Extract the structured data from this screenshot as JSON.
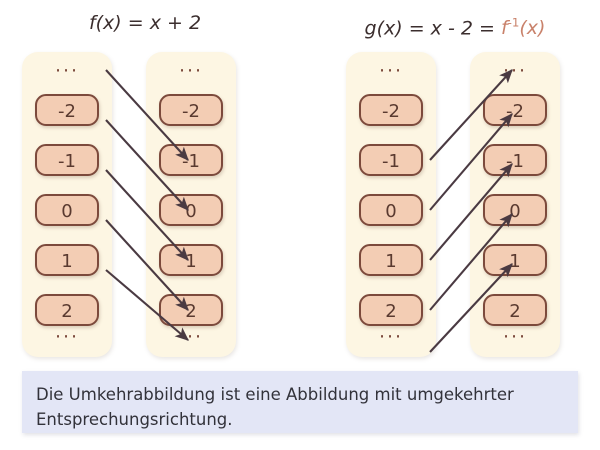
{
  "diagram_title_left": {
    "func": "f",
    "arg": "(x)",
    "eq1": " = ",
    "expr": "x + 2"
  },
  "diagram_title_right": {
    "func": "g",
    "arg": "(x)",
    "eq1": " = ",
    "expr": "x - 2",
    "eq2": " = ",
    "inverse_func": "f",
    "inverse_exp": "-1",
    "inverse_arg": "(x)"
  },
  "colors": {
    "panel_bg": "#fdf6e3",
    "cell_bg": "#f3cdb4",
    "cell_border": "#7c4a3c",
    "arrow": "#4a3a42",
    "caption_bg": "#e3e6f6",
    "inverse_text": "#c9826b",
    "title_text": "#3b2e2e"
  },
  "ellipsis": "···",
  "left_diagram": {
    "domain_label": "domain-column",
    "codomain_label": "codomain-column",
    "domain_values": [
      "-2",
      "-1",
      "0",
      "1",
      "2"
    ],
    "codomain_values": [
      "-2",
      "-1",
      "0",
      "1",
      "2"
    ],
    "mappings": [
      {
        "from": "...",
        "to": "-1"
      },
      {
        "from": "-2",
        "to": "0"
      },
      {
        "from": "-1",
        "to": "1"
      },
      {
        "from": "0",
        "to": "2"
      },
      {
        "from": "1",
        "to": "..."
      }
    ]
  },
  "right_diagram": {
    "domain_label": "domain-column",
    "codomain_label": "codomain-column",
    "domain_values": [
      "-2",
      "-1",
      "0",
      "1",
      "2"
    ],
    "codomain_values": [
      "-2",
      "-1",
      "0",
      "1",
      "2"
    ],
    "mappings": [
      {
        "from": "-1",
        "to": "..."
      },
      {
        "from": "0",
        "to": "-2"
      },
      {
        "from": "1",
        "to": "-1"
      },
      {
        "from": "2",
        "to": "0"
      },
      {
        "from": "...",
        "to": "1"
      }
    ]
  },
  "caption": {
    "text": "Die Umkehrabbildung ist eine Abbildung mit umgekehrter Entsprechungsrichtung."
  }
}
